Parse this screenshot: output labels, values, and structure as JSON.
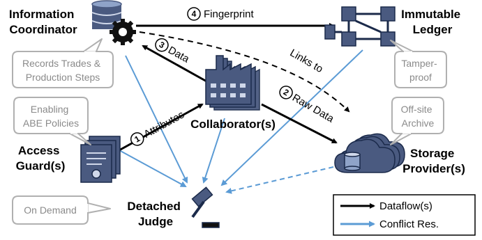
{
  "nodes": {
    "information_coordinator": [
      "Information",
      "Coordinator"
    ],
    "immutable_ledger": [
      "Immutable",
      "Ledger"
    ],
    "collaborator": "Collaborator(s)",
    "access_guard": [
      "Access",
      "Guard(s)"
    ],
    "storage_provider": [
      "Storage",
      "Provider(s)"
    ],
    "detached_judge": [
      "Detached",
      "Judge"
    ]
  },
  "edges": {
    "fingerprint": {
      "number": "4",
      "label": "Fingerprint"
    },
    "data": {
      "number": "3",
      "label": "Data"
    },
    "links_to": {
      "label": "Links to"
    },
    "attributes": {
      "number": "1",
      "label": "Attributes"
    },
    "raw_data": {
      "number": "2",
      "label": "Raw Data"
    }
  },
  "bubbles": {
    "records": [
      "Records Trades &",
      "Production Steps"
    ],
    "abe": [
      "Enabling",
      "ABE Policies"
    ],
    "tamper": [
      "Tamper-",
      "proof"
    ],
    "offsite": [
      "Off-site",
      "Archive"
    ],
    "on_demand": [
      "On Demand"
    ]
  },
  "legend": {
    "dataflow": "Dataflow(s)",
    "conflict": "Conflict Res."
  },
  "colors": {
    "dataflow": "#000000",
    "conflict": "#5b9bd5",
    "icon_fill": "#4a5a80",
    "icon_light": "#8fa3c8",
    "bubble_border": "#b0b0b0",
    "bubble_text": "#8a8a8a"
  }
}
